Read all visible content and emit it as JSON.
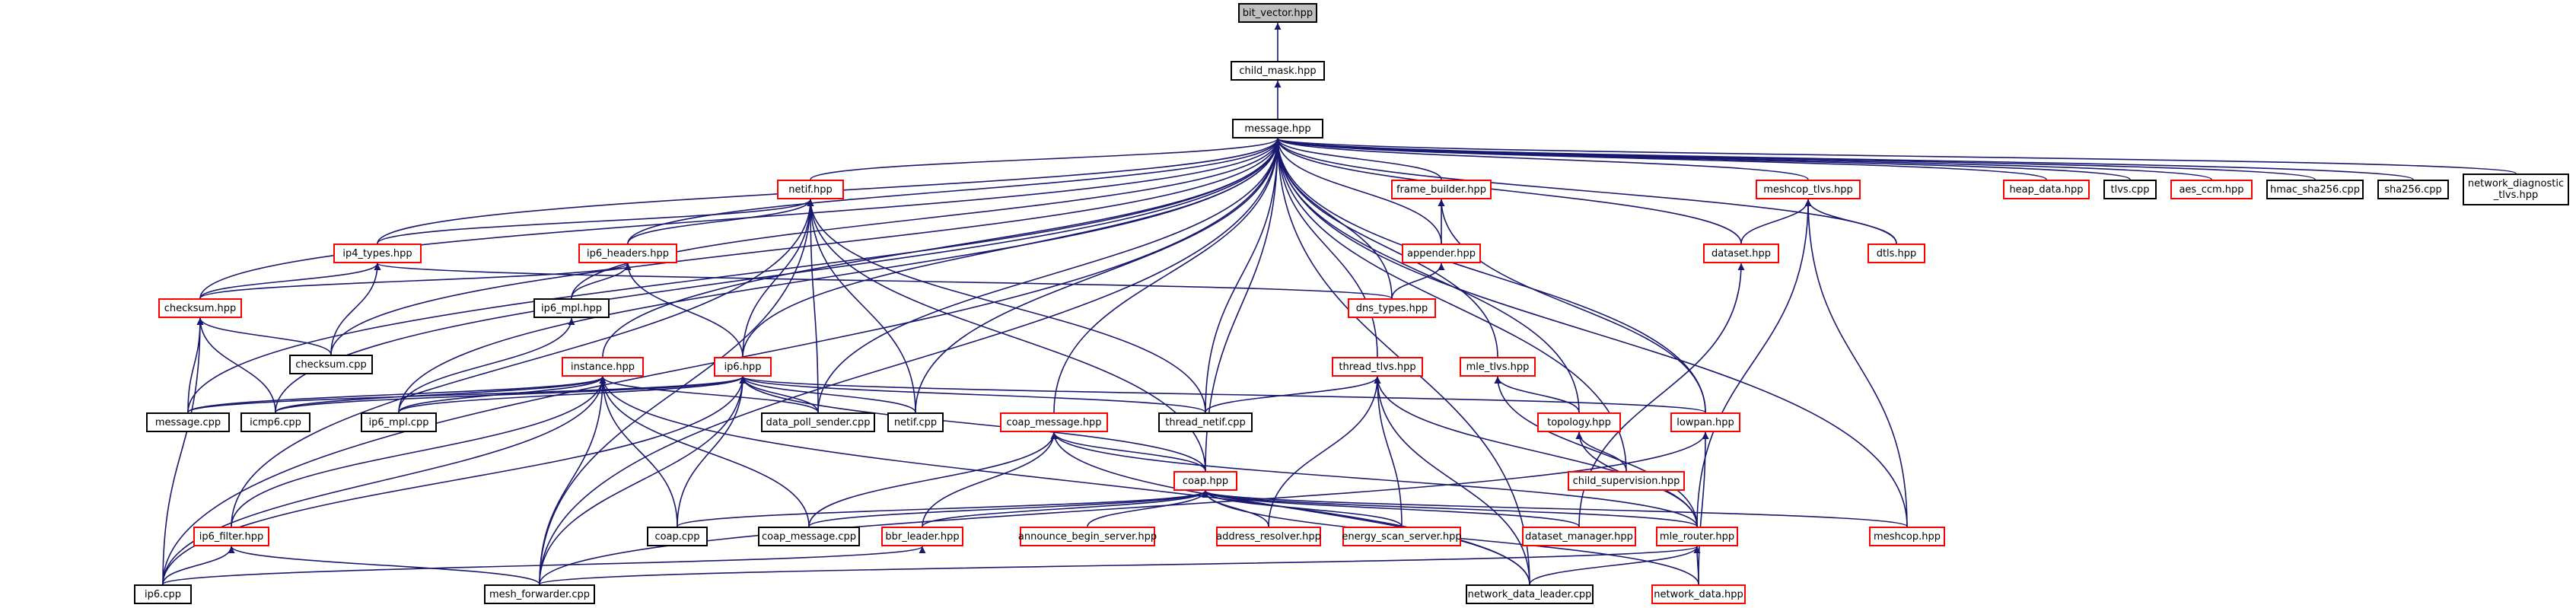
{
  "colors": {
    "edge": "#191970",
    "linked_border": "#ff0000",
    "plain_border": "#000000",
    "root_fill": "#bfbfbf"
  },
  "nodes": {
    "bit_vector": {
      "label": "bit_vector.hpp",
      "style": "root"
    },
    "child_mask": {
      "label": "child_mask.hpp",
      "style": "plain"
    },
    "message_hpp": {
      "label": "message.hpp",
      "style": "plain"
    },
    "netif_hpp": {
      "label": "netif.hpp",
      "style": "red"
    },
    "frame_builder": {
      "label": "frame_builder.hpp",
      "style": "red"
    },
    "meshcop_tlvs": {
      "label": "meshcop_tlvs.hpp",
      "style": "red"
    },
    "heap_data": {
      "label": "heap_data.hpp",
      "style": "red"
    },
    "tlvs_cpp": {
      "label": "tlvs.cpp",
      "style": "plain"
    },
    "aes_ccm": {
      "label": "aes_ccm.hpp",
      "style": "red"
    },
    "hmac_sha256": {
      "label": "hmac_sha256.cpp",
      "style": "plain"
    },
    "sha256": {
      "label": "sha256.cpp",
      "style": "plain"
    },
    "network_diag": {
      "label": "network_diagnostic\n_tlvs.hpp",
      "style": "plain"
    },
    "ip4_types": {
      "label": "ip4_types.hpp",
      "style": "red"
    },
    "ip6_headers": {
      "label": "ip6_headers.hpp",
      "style": "red"
    },
    "appender": {
      "label": "appender.hpp",
      "style": "red"
    },
    "dataset_hpp": {
      "label": "dataset.hpp",
      "style": "red"
    },
    "dtls": {
      "label": "dtls.hpp",
      "style": "red"
    },
    "checksum_hpp": {
      "label": "checksum.hpp",
      "style": "red"
    },
    "ip6_mpl_hpp": {
      "label": "ip6_mpl.hpp",
      "style": "plain"
    },
    "dns_types": {
      "label": "dns_types.hpp",
      "style": "red"
    },
    "checksum_cpp": {
      "label": "checksum.cpp",
      "style": "plain"
    },
    "instance_hpp": {
      "label": "instance.hpp",
      "style": "red"
    },
    "ip6_hpp": {
      "label": "ip6.hpp",
      "style": "red"
    },
    "thread_tlvs": {
      "label": "thread_tlvs.hpp",
      "style": "red"
    },
    "mle_tlvs": {
      "label": "mle_tlvs.hpp",
      "style": "red"
    },
    "message_cpp": {
      "label": "message.cpp",
      "style": "plain"
    },
    "icmp6_cpp": {
      "label": "icmp6.cpp",
      "style": "plain"
    },
    "ip6_mpl_cpp": {
      "label": "ip6_mpl.cpp",
      "style": "plain"
    },
    "data_poll_sender": {
      "label": "data_poll_sender.cpp",
      "style": "plain"
    },
    "netif_cpp": {
      "label": "netif.cpp",
      "style": "plain"
    },
    "thread_netif": {
      "label": "thread_netif.cpp",
      "style": "plain"
    },
    "topology": {
      "label": "topology.hpp",
      "style": "red"
    },
    "lowpan": {
      "label": "lowpan.hpp",
      "style": "red"
    },
    "coap_message_hpp": {
      "label": "coap_message.hpp",
      "style": "red"
    },
    "child_supervision": {
      "label": "child_supervision.hpp",
      "style": "red"
    },
    "coap_hpp": {
      "label": "coap.hpp",
      "style": "red"
    },
    "ip6_filter": {
      "label": "ip6_filter.hpp",
      "style": "red"
    },
    "coap_cpp": {
      "label": "coap.cpp",
      "style": "plain"
    },
    "coap_message_cpp": {
      "label": "coap_message.cpp",
      "style": "plain"
    },
    "bbr_leader": {
      "label": "bbr_leader.hpp",
      "style": "red"
    },
    "announce_begin": {
      "label": "announce_begin_server.hpp",
      "style": "red"
    },
    "address_resolver": {
      "label": "address_resolver.hpp",
      "style": "red"
    },
    "energy_scan": {
      "label": "energy_scan_server.hpp",
      "style": "red"
    },
    "dataset_manager": {
      "label": "dataset_manager.hpp",
      "style": "red"
    },
    "mle_router": {
      "label": "mle_router.hpp",
      "style": "red"
    },
    "meshcop_hpp": {
      "label": "meshcop.hpp",
      "style": "red"
    },
    "ip6_cpp": {
      "label": "ip6.cpp",
      "style": "plain"
    },
    "mesh_forwarder": {
      "label": "mesh_forwarder.cpp",
      "style": "plain"
    },
    "network_data_leader": {
      "label": "network_data_leader.cpp",
      "style": "plain"
    },
    "network_data": {
      "label": "network_data.hpp",
      "style": "red"
    }
  },
  "edges": [
    [
      "child_mask",
      "bit_vector"
    ],
    [
      "message_hpp",
      "child_mask"
    ],
    [
      "netif_hpp",
      "message_hpp"
    ],
    [
      "frame_builder",
      "message_hpp"
    ],
    [
      "meshcop_tlvs",
      "message_hpp"
    ],
    [
      "heap_data",
      "message_hpp"
    ],
    [
      "tlvs_cpp",
      "message_hpp"
    ],
    [
      "aes_ccm",
      "message_hpp"
    ],
    [
      "hmac_sha256",
      "message_hpp"
    ],
    [
      "sha256",
      "message_hpp"
    ],
    [
      "network_diag",
      "message_hpp"
    ],
    [
      "ip4_types",
      "message_hpp"
    ],
    [
      "ip6_headers",
      "message_hpp"
    ],
    [
      "appender",
      "message_hpp"
    ],
    [
      "dataset_hpp",
      "message_hpp"
    ],
    [
      "dtls",
      "message_hpp"
    ],
    [
      "checksum_hpp",
      "message_hpp"
    ],
    [
      "ip6_mpl_hpp",
      "message_hpp"
    ],
    [
      "dns_types",
      "message_hpp"
    ],
    [
      "checksum_cpp",
      "message_hpp"
    ],
    [
      "instance_hpp",
      "message_hpp"
    ],
    [
      "ip6_hpp",
      "message_hpp"
    ],
    [
      "thread_tlvs",
      "message_hpp"
    ],
    [
      "mle_tlvs",
      "message_hpp"
    ],
    [
      "message_cpp",
      "message_hpp"
    ],
    [
      "icmp6_cpp",
      "message_hpp"
    ],
    [
      "ip6_mpl_cpp",
      "message_hpp"
    ],
    [
      "data_poll_sender",
      "message_hpp"
    ],
    [
      "netif_cpp",
      "message_hpp"
    ],
    [
      "thread_netif",
      "message_hpp"
    ],
    [
      "topology",
      "message_hpp"
    ],
    [
      "lowpan",
      "message_hpp"
    ],
    [
      "coap_message_hpp",
      "message_hpp"
    ],
    [
      "child_supervision",
      "message_hpp"
    ],
    [
      "coap_hpp",
      "message_hpp"
    ],
    [
      "ip6_cpp",
      "message_hpp"
    ],
    [
      "mesh_forwarder",
      "message_hpp"
    ],
    [
      "network_data_leader",
      "message_hpp"
    ],
    [
      "meshcop_hpp",
      "message_hpp"
    ],
    [
      "ip4_types",
      "netif_hpp"
    ],
    [
      "ip6_headers",
      "netif_hpp"
    ],
    [
      "ip6_hpp",
      "netif_hpp"
    ],
    [
      "data_poll_sender",
      "netif_hpp"
    ],
    [
      "netif_cpp",
      "netif_hpp"
    ],
    [
      "thread_netif",
      "netif_hpp"
    ],
    [
      "coap_hpp",
      "netif_hpp"
    ],
    [
      "mesh_forwarder",
      "netif_hpp"
    ],
    [
      "ip6_filter",
      "netif_hpp"
    ],
    [
      "appender",
      "frame_builder"
    ],
    [
      "lowpan",
      "frame_builder"
    ],
    [
      "dns_types",
      "appender"
    ],
    [
      "dataset_hpp",
      "meshcop_tlvs"
    ],
    [
      "dtls",
      "meshcop_tlvs"
    ],
    [
      "meshcop_hpp",
      "meshcop_tlvs"
    ],
    [
      "mle_router",
      "meshcop_tlvs"
    ],
    [
      "dataset_manager",
      "dataset_hpp"
    ],
    [
      "checksum_hpp",
      "ip4_types"
    ],
    [
      "checksum_cpp",
      "ip4_types"
    ],
    [
      "dns_types",
      "ip4_types"
    ],
    [
      "checksum_hpp",
      "ip6_headers"
    ],
    [
      "ip6_mpl_hpp",
      "ip6_headers"
    ],
    [
      "ip6_hpp",
      "ip6_headers"
    ],
    [
      "checksum_cpp",
      "checksum_hpp"
    ],
    [
      "message_cpp",
      "checksum_hpp"
    ],
    [
      "icmp6_cpp",
      "checksum_hpp"
    ],
    [
      "ip6_cpp",
      "checksum_hpp"
    ],
    [
      "ip6_mpl_cpp",
      "ip6_mpl_hpp"
    ],
    [
      "message_cpp",
      "instance_hpp"
    ],
    [
      "icmp6_cpp",
      "instance_hpp"
    ],
    [
      "ip6_mpl_cpp",
      "instance_hpp"
    ],
    [
      "data_poll_sender",
      "instance_hpp"
    ],
    [
      "coap_cpp",
      "instance_hpp"
    ],
    [
      "coap_message_cpp",
      "instance_hpp"
    ],
    [
      "ip6_cpp",
      "instance_hpp"
    ],
    [
      "mesh_forwarder",
      "instance_hpp"
    ],
    [
      "network_data_leader",
      "instance_hpp"
    ],
    [
      "message_cpp",
      "ip6_hpp"
    ],
    [
      "icmp6_cpp",
      "ip6_hpp"
    ],
    [
      "ip6_mpl_cpp",
      "ip6_hpp"
    ],
    [
      "data_poll_sender",
      "ip6_hpp"
    ],
    [
      "netif_cpp",
      "ip6_hpp"
    ],
    [
      "thread_netif",
      "ip6_hpp"
    ],
    [
      "lowpan",
      "ip6_hpp"
    ],
    [
      "coap_hpp",
      "ip6_hpp"
    ],
    [
      "coap_cpp",
      "ip6_hpp"
    ],
    [
      "ip6_cpp",
      "ip6_hpp"
    ],
    [
      "mesh_forwarder",
      "ip6_hpp"
    ],
    [
      "ip6_filter",
      "instance_hpp"
    ],
    [
      "thread_netif",
      "thread_tlvs"
    ],
    [
      "address_resolver",
      "thread_tlvs"
    ],
    [
      "energy_scan",
      "thread_tlvs"
    ],
    [
      "mle_router",
      "thread_tlvs"
    ],
    [
      "network_data_leader",
      "thread_tlvs"
    ],
    [
      "topology",
      "mle_tlvs"
    ],
    [
      "mle_router",
      "mle_tlvs"
    ],
    [
      "child_supervision",
      "topology"
    ],
    [
      "mle_router",
      "topology"
    ],
    [
      "mesh_forwarder",
      "lowpan"
    ],
    [
      "network_data",
      "lowpan"
    ],
    [
      "coap_hpp",
      "coap_message_hpp"
    ],
    [
      "coap_message_cpp",
      "coap_message_hpp"
    ],
    [
      "bbr_leader",
      "coap_message_hpp"
    ],
    [
      "network_data_leader",
      "coap_message_hpp"
    ],
    [
      "mle_router",
      "coap_message_hpp"
    ],
    [
      "coap_cpp",
      "coap_hpp"
    ],
    [
      "coap_message_cpp",
      "coap_hpp"
    ],
    [
      "bbr_leader",
      "coap_hpp"
    ],
    [
      "announce_begin",
      "coap_hpp"
    ],
    [
      "address_resolver",
      "coap_hpp"
    ],
    [
      "energy_scan",
      "coap_hpp"
    ],
    [
      "dataset_manager",
      "coap_hpp"
    ],
    [
      "mle_router",
      "coap_hpp"
    ],
    [
      "meshcop_hpp",
      "coap_hpp"
    ],
    [
      "network_data",
      "coap_hpp"
    ],
    [
      "ip6_cpp",
      "ip6_filter"
    ],
    [
      "mesh_forwarder",
      "ip6_filter"
    ],
    [
      "ip6_cpp",
      "bbr_leader"
    ],
    [
      "mesh_forwarder",
      "mle_router"
    ],
    [
      "network_data_leader",
      "mle_router"
    ],
    [
      "network_data",
      "mle_router"
    ]
  ]
}
